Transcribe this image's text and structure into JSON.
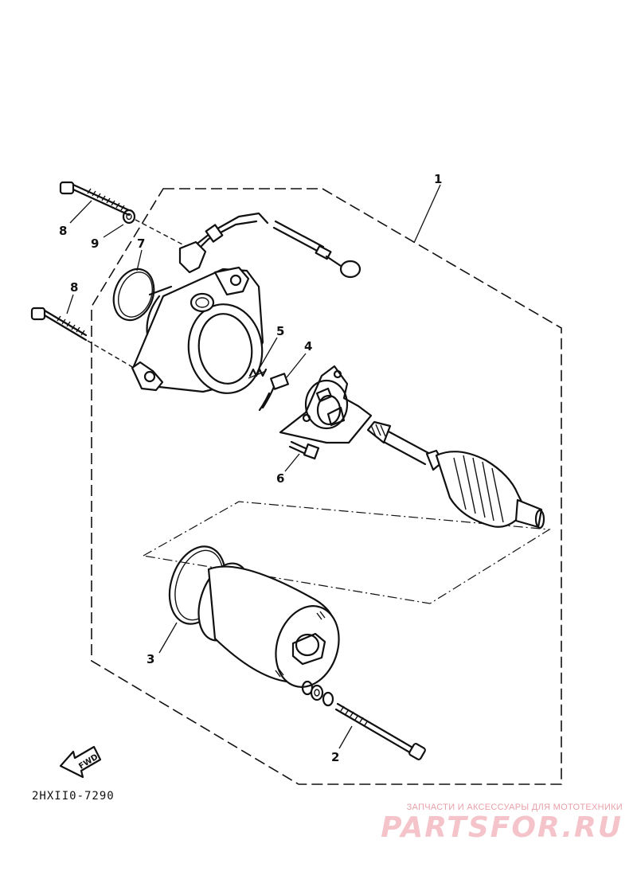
{
  "diagram": {
    "callouts": {
      "c1": "1",
      "c2": "2",
      "c3": "3",
      "c4": "4",
      "c5": "5",
      "c6": "6",
      "c7": "7",
      "c8_top": "8",
      "c8_mid": "8",
      "c9": "9"
    },
    "fwd_label": "FWD",
    "drawing_code": "2HXII0-7290"
  },
  "watermark": {
    "tagline": "ЗАПЧАСТИ И АКСЕССУАРЫ ДЛЯ МОТОТЕХНИКИ",
    "brand": "PARTSFOR.RU",
    "color": "#f4c4ca"
  }
}
